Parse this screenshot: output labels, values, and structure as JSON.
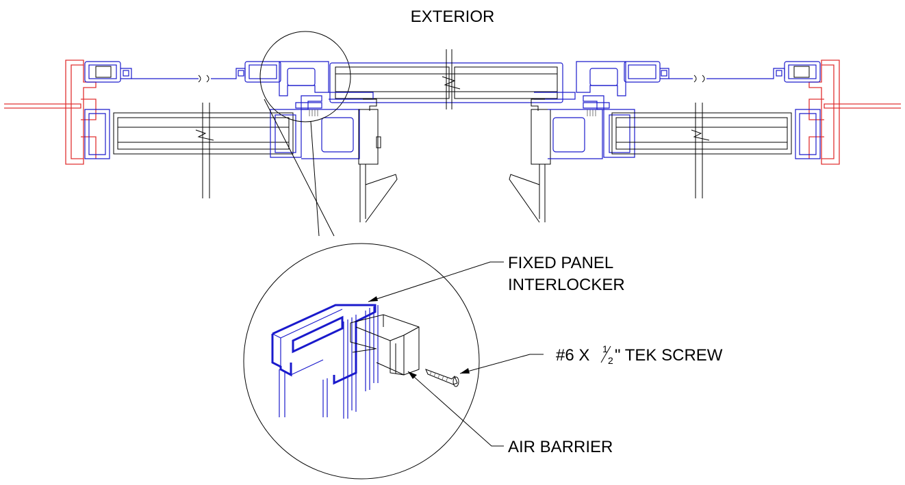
{
  "title": "EXTERIOR",
  "callouts": {
    "fixed_panel_line1": "FIXED PANEL",
    "fixed_panel_line2": "INTERLOCKER",
    "tek_screw_prefix": "#6 X ",
    "tek_screw_num": "1",
    "tek_screw_den": "2",
    "tek_screw_suffix": "\" TEK SCREW",
    "air_barrier": "AIR BARRIER"
  },
  "colors": {
    "outline": "#000000",
    "aluminum_profile": "#1a1acc",
    "jamb_profile": "#e03030"
  }
}
